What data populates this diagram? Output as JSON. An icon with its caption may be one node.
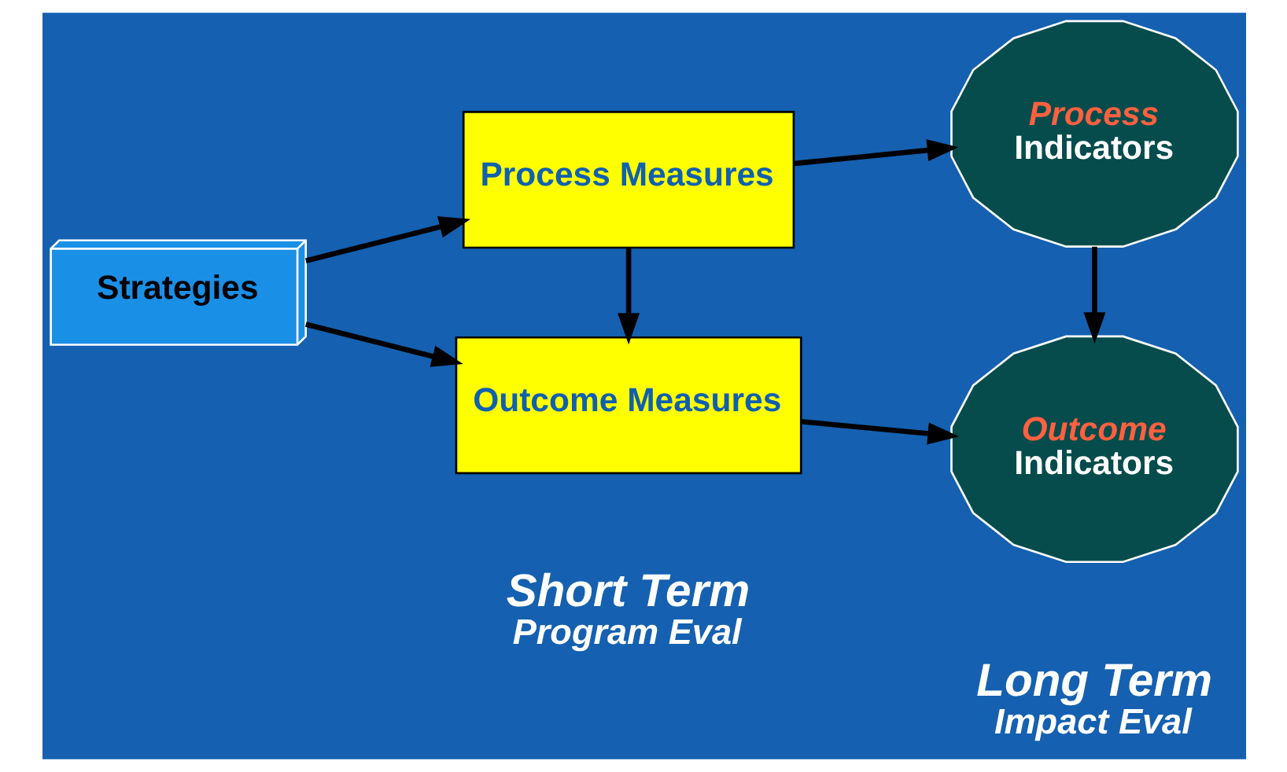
{
  "diagram": {
    "nodes": [
      {
        "text": [
          "Strategies"
        ]
      },
      {
        "text": [
          "Process Measures"
        ]
      },
      {
        "text": [
          "Outcome Measures"
        ]
      },
      {
        "text": [
          "Process",
          "Indicators"
        ]
      },
      {
        "text": [
          "Outcome",
          "Indicators"
        ]
      }
    ],
    "edges": [
      {
        "from": 0,
        "to": 1,
        "arrow": "to"
      },
      {
        "from": 0,
        "to": 2,
        "arrow": "to"
      },
      {
        "from": 1,
        "to": 2,
        "arrow": "to"
      },
      {
        "from": 1,
        "to": 3,
        "arrow": "to"
      },
      {
        "from": 2,
        "to": 4,
        "arrow": "to"
      },
      {
        "from": 3,
        "to": 4,
        "arrow": "to"
      }
    ],
    "labels": [
      "Short Term",
      "Program Eval",
      "Long Term",
      "Impact Eval"
    ]
  }
}
